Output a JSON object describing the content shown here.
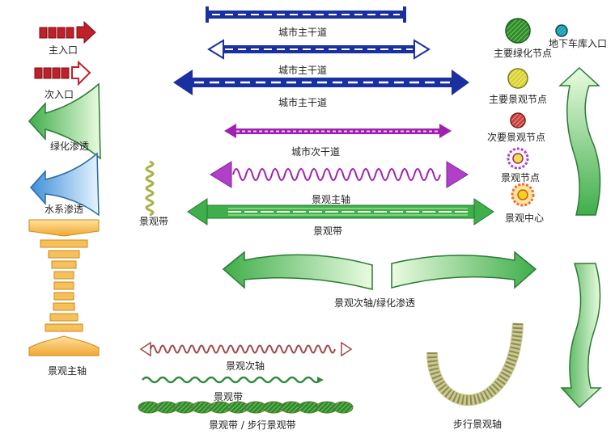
{
  "labels": {
    "main_entrance": "主入口",
    "secondary_entrance": "次入口",
    "green_infiltration": "绿化渗透",
    "water_infiltration": "水系渗透",
    "landscape_belt_left": "景观带",
    "landscape_main_axis_left": "景观主轴",
    "city_main_road_1": "城市主干道",
    "city_main_road_2": "城市主干道",
    "city_main_road_3": "城市主干道",
    "city_secondary_road": "城市次干道",
    "landscape_main_axis_center": "景观主轴",
    "landscape_belt_center": "景观带",
    "secondary_axis_green": "景观次轴/绿化渗透",
    "landscape_secondary_axis": "景观次轴",
    "landscape_belt_bottom": "景观带",
    "belt_walking": "景观带 / 步行景观带",
    "walking_axis": "步行景观轴",
    "main_green_node": "主要绿化节点",
    "underground_garage": "地下车库入口",
    "main_landscape_node": "主要景观节点",
    "secondary_landscape_node": "次要景观节点",
    "landscape_node": "景观节点",
    "landscape_center": "景观中心"
  },
  "colors": {
    "entrance_red": "#c0202a",
    "road_blue": "#1a2fa0",
    "purple": "#a020b0",
    "landscape_green": "#2e9a3e",
    "light_green": "#a8e08a",
    "water_blue": "#5aa8e0",
    "gold": "#f3b43a",
    "olive": "#b8b86a"
  }
}
